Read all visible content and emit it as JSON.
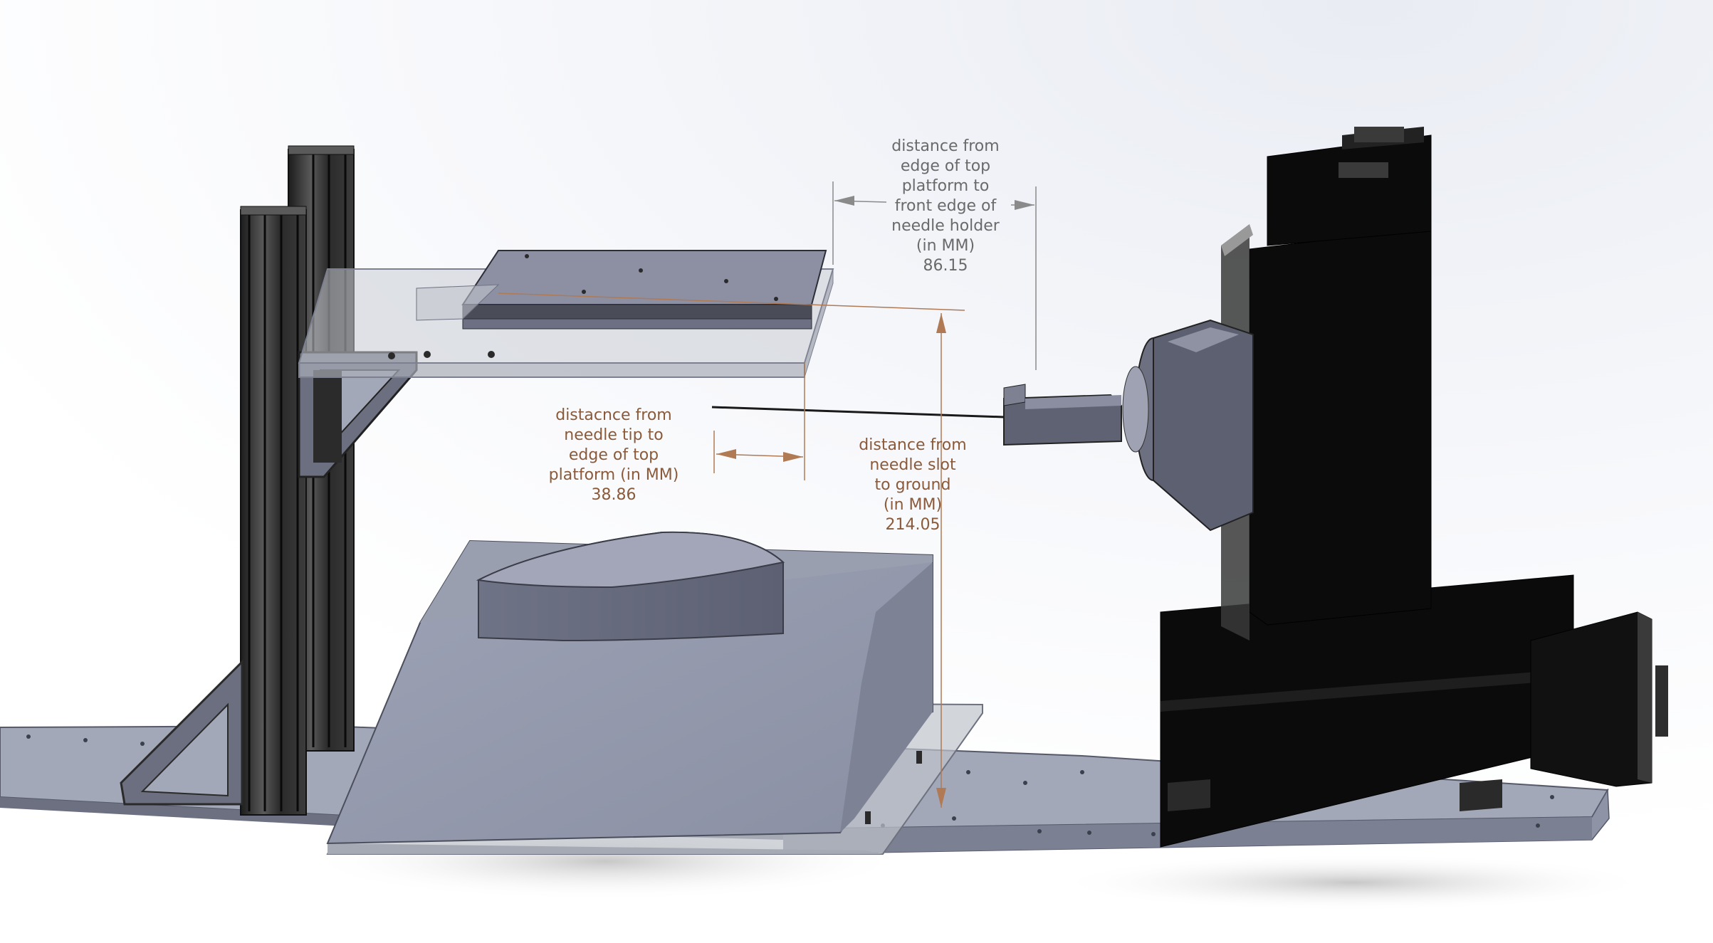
{
  "annotations": {
    "needle_holder": {
      "lines": [
        "distance from",
        "edge of top",
        "platform to",
        "front edge of",
        "needle holder",
        "(in MM)"
      ],
      "value": "86.15"
    },
    "needle_tip": {
      "lines": [
        "distacnce from",
        "needle tip to",
        "edge of top",
        "platform (in MM)"
      ],
      "value": "38.86"
    },
    "ground": {
      "lines": [
        "distance from",
        "needle slot",
        "to ground",
        "(in MM)"
      ],
      "value": "214.05"
    }
  },
  "colors": {
    "background_top": "#f6f7fa",
    "base_plate": "#a3a8b8",
    "black_part": "#0b0b0b",
    "dimension_gray": "#6a6a6a",
    "dimension_brown": "#b07a55",
    "text_brown": "#8a5a3a"
  }
}
